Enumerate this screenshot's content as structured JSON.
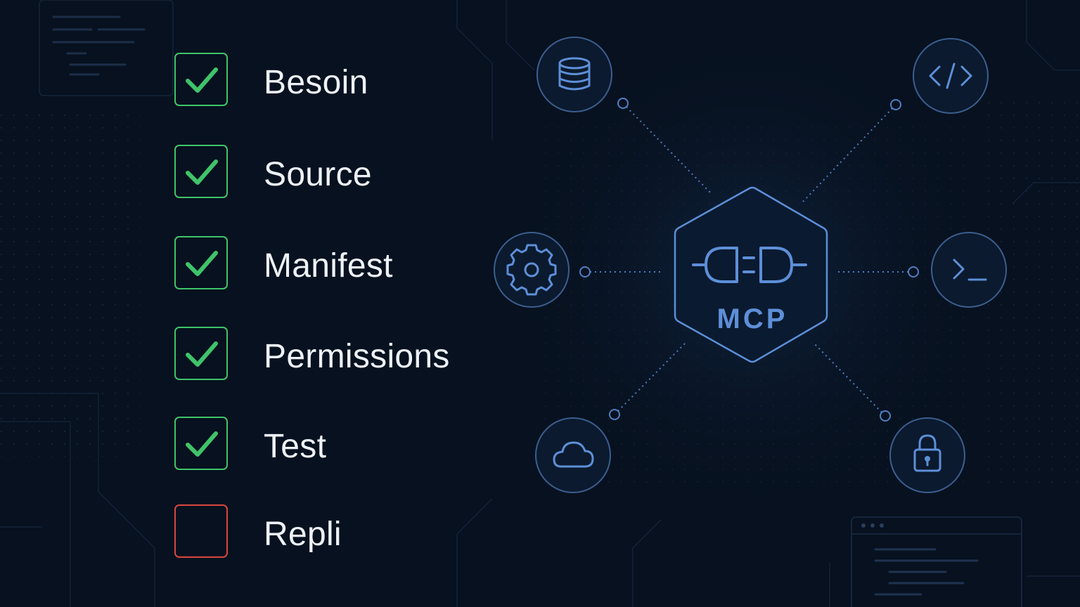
{
  "checklist": {
    "items": [
      {
        "label": "Besoin",
        "checked": true
      },
      {
        "label": "Source",
        "checked": true
      },
      {
        "label": "Manifest",
        "checked": true
      },
      {
        "label": "Permissions",
        "checked": true
      },
      {
        "label": "Test",
        "checked": true
      },
      {
        "label": "Repli",
        "checked": false
      }
    ]
  },
  "hub": {
    "label": "MCP",
    "icon": "plug-connector-icon"
  },
  "nodes": [
    {
      "icon": "database-icon"
    },
    {
      "icon": "code-icon"
    },
    {
      "icon": "gear-icon"
    },
    {
      "icon": "terminal-icon"
    },
    {
      "icon": "cloud-icon"
    },
    {
      "icon": "lock-icon"
    }
  ],
  "colors": {
    "background": "#07111f",
    "check_green": "#3fc46a",
    "unchecked_red": "#d9473e",
    "diagram_blue": "#5d8fd8",
    "label_text": "#eef2f7"
  }
}
